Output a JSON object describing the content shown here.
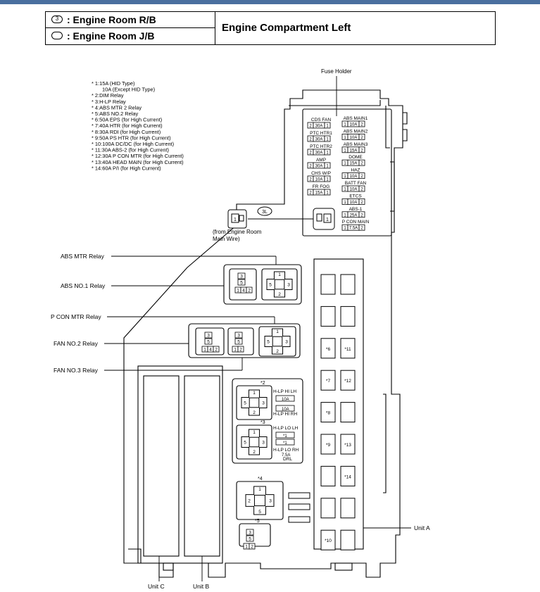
{
  "header": {
    "row1_symbol": "3",
    "row1_label": ": Engine Room R/B",
    "row2_label": ": Engine Room J/B",
    "title": "Engine Compartment Left"
  },
  "notes": [
    "* 1:15A (HID Type)",
    "10A (Except HID Type)",
    "* 2:DIM Relay",
    "* 3:H-LP Relay",
    "* 4:ABS MTR 2 Relay",
    "* 5:ABS NO.2 Relay",
    "* 6:50A EPS (for High Current)",
    "* 7:40A HTR (for High Current)",
    "* 8:30A RDI (for High Current)",
    "* 9:50A PS HTR (for High Current)",
    "* 10:100A DC/DC (for High Current)",
    "* 11:30A ABS-2  (for High Current)",
    "* 12:30A P CON MTR  (for High Current)",
    "* 13:40A HEAD MAIN  (for High Current)",
    "* 14:60A P/I (for High Current)"
  ],
  "labels": {
    "fuse_holder": "Fuse Holder",
    "connector": "3L",
    "from_line1": "(from Engine Room",
    "from_line2": "Main Wire)",
    "abs_mtr": "ABS MTR Relay",
    "abs_no1": "ABS NO.1 Relay",
    "pcon_mtr": "P CON MTR Relay",
    "fan_no2": "FAN NO.2 Relay",
    "fan_no3": "FAN NO.3 Relay",
    "unit_a": "Unit A",
    "unit_b": "Unit B",
    "unit_c": "Unit C"
  },
  "fuse_holder_left": [
    {
      "name": "CDS FAN",
      "pins": [
        "2",
        "30A",
        "1"
      ]
    },
    {
      "name": "PTC HTR1",
      "pins": [
        "2",
        "30A",
        "1"
      ]
    },
    {
      "name": "PTC HTR2",
      "pins": [
        "2",
        "30A",
        "1"
      ]
    },
    {
      "name": "AMP",
      "pins": [
        "2",
        "30A",
        "1"
      ]
    },
    {
      "name": "CHS W/P",
      "pins": [
        "2",
        "10A",
        "1"
      ]
    },
    {
      "name": "FR FOG",
      "pins": [
        "2",
        "15A",
        "1"
      ]
    }
  ],
  "fuse_holder_right": [
    {
      "name": "ABS MAIN1",
      "pins": [
        "1",
        "10A",
        "2"
      ]
    },
    {
      "name": "ABS MAIN2",
      "pins": [
        "1",
        "10A",
        "2"
      ]
    },
    {
      "name": "ABS MAIN3",
      "pins": [
        "1",
        "15A",
        "2"
      ]
    },
    {
      "name": "DOME",
      "pins": [
        "1",
        "15A",
        "2"
      ]
    },
    {
      "name": "HAZ",
      "pins": [
        "1",
        "10A",
        "2"
      ]
    },
    {
      "name": "BATT FAN",
      "pins": [
        "1",
        "10A",
        "2"
      ]
    },
    {
      "name": "ETCS",
      "pins": [
        "1",
        "10A",
        "2"
      ]
    },
    {
      "name": "ABS-1",
      "pins": [
        "1",
        "25A",
        "2"
      ]
    },
    {
      "name": "P CON MAIN",
      "pins": [
        "1",
        "7.5A",
        "2"
      ]
    }
  ],
  "hlp": {
    "star2": "*2",
    "star3": "*3",
    "hi_lh": "H-LP HI LH",
    "hi_rh": "H-LP HI RH",
    "lo_lh": "H-LP LO LH",
    "lo_rh": "H-LP LO RH",
    "drl": "DRL",
    "fuse1": "10A",
    "fuse2": "10A",
    "fuse3": "*1",
    "fuse4": "*1",
    "fuse5": "7.5A"
  },
  "unit_a_left": [
    "",
    "",
    "*6",
    "*7",
    "*8",
    "*9",
    "",
    "",
    "*10"
  ],
  "unit_a_right": [
    "",
    "",
    "*11",
    "*12",
    "",
    "*13",
    "*14",
    "",
    ""
  ],
  "relay_stars": {
    "s4": "*4",
    "s5": "*5"
  }
}
